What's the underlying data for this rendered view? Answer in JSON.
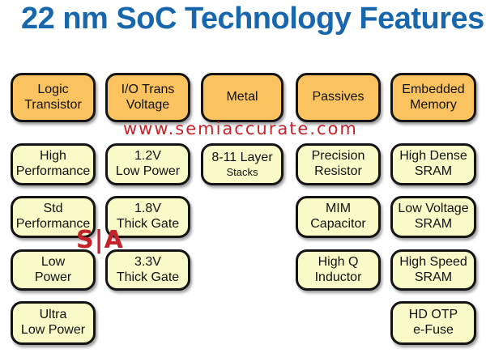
{
  "title": "22 nm SoC Technology Features",
  "watermark": {
    "site": "www.semiaccurate.com",
    "logo": "S|A"
  },
  "colors": {
    "title": "#1766AE",
    "header_bg": "#FAC35F",
    "item_bg": "#FAFAC8",
    "border": "#141414",
    "watermark": "#C5232B"
  },
  "columns": [
    {
      "id": "logic-transistor",
      "header": "Logic\nTransistor",
      "items": [
        "High\nPerformance",
        "Std\nPerformance",
        "Low\nPower",
        "Ultra\nLow Power"
      ]
    },
    {
      "id": "io-trans-voltage",
      "header": "I/O Trans\nVoltage",
      "items": [
        "1.2V\nLow Power",
        "1.8V\nThick Gate",
        "3.3V\nThick Gate"
      ]
    },
    {
      "id": "metal",
      "header": "Metal",
      "items": [
        {
          "line1": "8-11 Layer",
          "line2": "Stacks"
        }
      ]
    },
    {
      "id": "passives",
      "header": "Passives",
      "items": [
        "Precision\nResistor",
        "MIM\nCapacitor",
        "High Q\nInductor"
      ]
    },
    {
      "id": "embedded-memory",
      "header": "Embedded\nMemory",
      "items": [
        "High Dense\nSRAM",
        "Low Voltage\nSRAM",
        "High Speed\nSRAM",
        "HD OTP\ne-Fuse"
      ]
    }
  ]
}
